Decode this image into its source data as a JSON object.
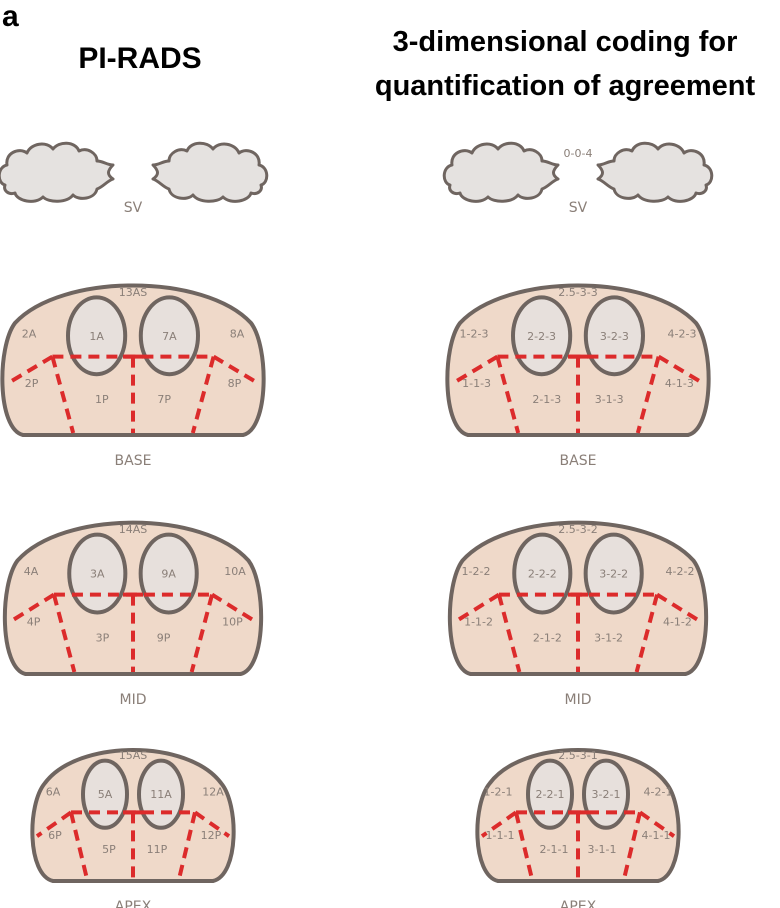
{
  "panel_letter": "a",
  "left_title": "PI-RADS",
  "right_title_line1": "3-dimensional coding for",
  "right_title_line2": "quantification of agreement",
  "colors": {
    "gland_fill": "#efd9c9",
    "outline": "#6f6560",
    "central_fill": "#e7e0dc",
    "sv_fill": "#e5e2e0",
    "dash": "#dc2b2b",
    "label": "#8a7f78"
  },
  "sections": {
    "sv_label": "SV",
    "base_label": "BASE",
    "mid_label": "MID",
    "apex_label": "APEX"
  },
  "left": {
    "sv": {
      "code": ""
    },
    "base": {
      "as": "13AS",
      "lc": "1A",
      "rc": "7A",
      "la": "2A",
      "ra": "8A",
      "lp": "2P",
      "rp": "8P",
      "lcp": "1P",
      "rcp": "7P"
    },
    "mid": {
      "as": "14AS",
      "lc": "3A",
      "rc": "9A",
      "la": "4A",
      "ra": "10A",
      "lp": "4P",
      "rp": "10P",
      "lcp": "3P",
      "rcp": "9P"
    },
    "apex": {
      "as": "15AS",
      "lc": "5A",
      "rc": "11A",
      "la": "6A",
      "ra": "12A",
      "lp": "6P",
      "rp": "12P",
      "lcp": "5P",
      "rcp": "11P"
    }
  },
  "right": {
    "sv": {
      "code": "0-0-4"
    },
    "base": {
      "as": "2.5-3-3",
      "lc": "2-2-3",
      "rc": "3-2-3",
      "la": "1-2-3",
      "ra": "4-2-3",
      "lp": "1-1-3",
      "rp": "4-1-3",
      "lcp": "2-1-3",
      "rcp": "3-1-3"
    },
    "mid": {
      "as": "2.5-3-2",
      "lc": "2-2-2",
      "rc": "3-2-2",
      "la": "1-2-2",
      "ra": "4-2-2",
      "lp": "1-1-2",
      "rp": "4-1-2",
      "lcp": "2-1-2",
      "rcp": "3-1-2"
    },
    "apex": {
      "as": "2.5-3-1",
      "lc": "2-2-1",
      "rc": "3-2-1",
      "la": "1-2-1",
      "ra": "4-2-1",
      "lp": "1-1-1",
      "rp": "4-1-1",
      "lcp": "2-1-1",
      "rcp": "3-1-1"
    }
  }
}
